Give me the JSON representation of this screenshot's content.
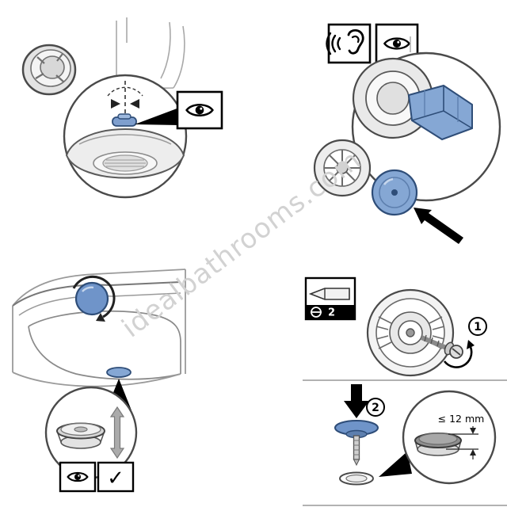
{
  "watermark": "idealbathrooms.com",
  "colors": {
    "accent_blue": "#7f9fce",
    "accent_blue_dark": "#2e4d78",
    "line_gray": "#4a4a4a",
    "watermark_gray": "#d2d2d2"
  },
  "icons": {
    "eye": "visual-check-icon",
    "ear": "audible-check-icon",
    "screwdriver": "flat-screwdriver-icon",
    "slot": "flat-head-slot-icon",
    "check": "checkmark-icon",
    "rotate": "rotate-arrow-icon",
    "press": "press-down-arrow-icon"
  },
  "labels": {
    "tool_size": "2",
    "step_1": "1",
    "step_2": "2",
    "max_depth": "≤ 12 mm",
    "check": "✓"
  }
}
